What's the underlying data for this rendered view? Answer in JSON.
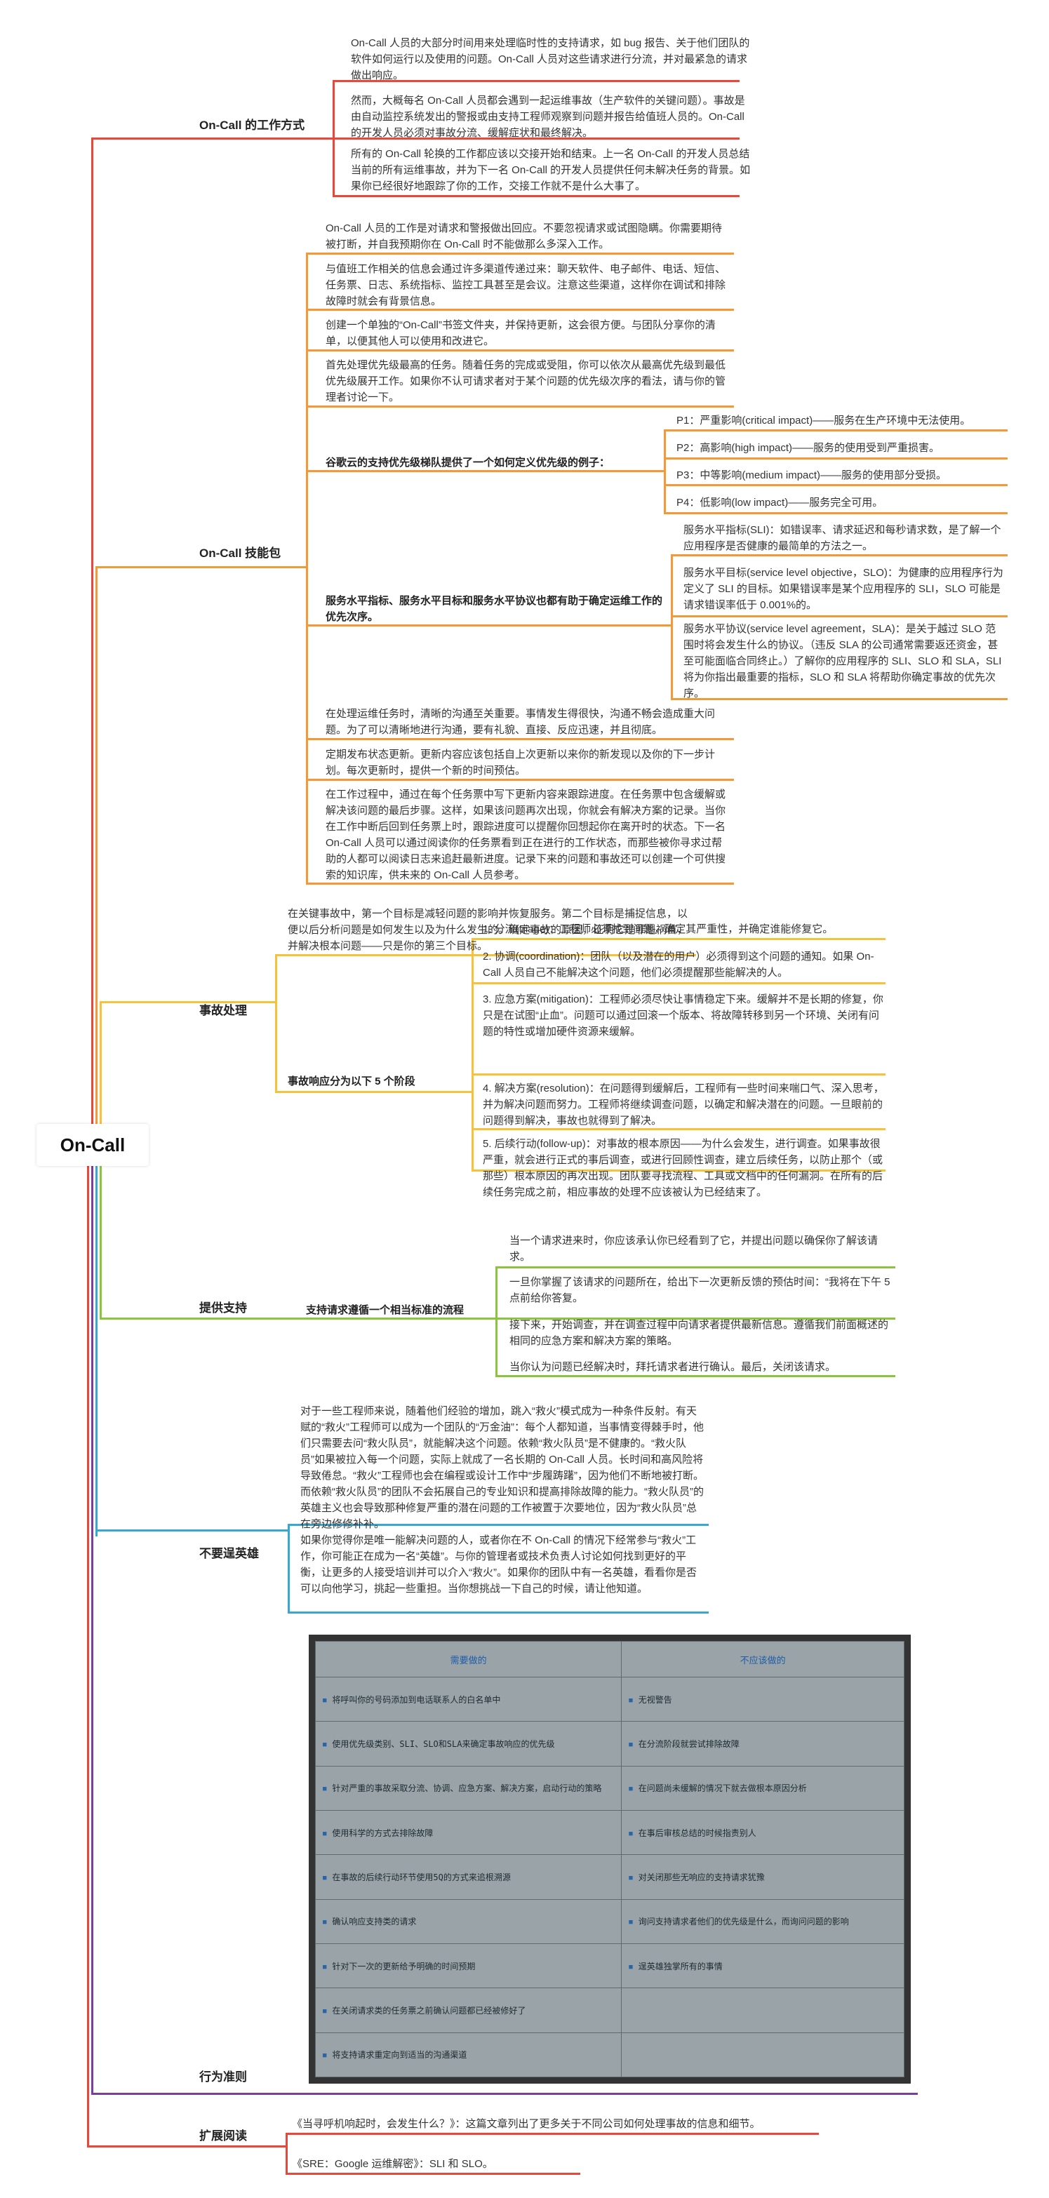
{
  "root": "On-Call",
  "colors": {
    "red": "#e8473c",
    "orange": "#f39a38",
    "yellow": "#f5c23a",
    "green": "#8cc43f",
    "blue": "#3aa7d0",
    "purple": "#7b3e9b"
  },
  "work": {
    "label": "On-Call 的工作方式",
    "items": [
      "On-Call 人员的大部分时间用来处理临时性的支持请求，如 bug 报告、关于他们团队的软件如何运行以及使用的问题。On-Call 人员对这些请求进行分流，并对最紧急的请求做出响应。",
      "然而，大概每名 On-Call 人员都会遇到一起运维事故（生产软件的关键问题）。事故是由自动监控系统发出的警报或由支持工程师观察到问题并报告给值班人员的。On-Call 的开发人员必须对事故分流、缓解症状和最终解决。",
      "所有的 On-Call 轮换的工作都应该以交接开始和结束。上一名 On-Call 的开发人员总结当前的所有运维事故，并为下一名 On-Call 的开发人员提供任何未解决任务的背景。如果你已经很好地跟踪了你的工作，交接工作就不是什么大事了。"
    ]
  },
  "skills": {
    "label": "On-Call 技能包",
    "items": [
      "On-Call 人员的工作是对请求和警报做出回应。不要忽视请求或试图隐瞒。你需要期待被打断，并自我预期你在 On-Call 时不能做那么多深入工作。",
      "与值班工作相关的信息会通过许多渠道传递过来：聊天软件、电子邮件、电话、短信、任务票、日志、系统指标、监控工具甚至是会议。注意这些渠道，这样你在调试和排除故障时就会有背景信息。",
      "创建一个单独的“On-Call”书签文件夹，并保持更新，这会很方便。与团队分享你的清单，以便其他人可以使用和改进它。",
      "首先处理优先级最高的任务。随着任务的完成或受阻，你可以依次从最高优先级到最低优先级展开工作。如果你不认可请求者对于某个问题的优先级次序的看法，请与你的管理者讨论一下。"
    ],
    "google_label": "谷歌云的支持优先级梯队提供了一个如何定义优先级的例子：",
    "google_items": [
      "P1：严重影响(critical impact)——服务在生产环境中无法使用。",
      "P2：高影响(high impact)——服务的使用受到严重损害。",
      "P3：中等影响(medium impact)——服务的使用部分受损。",
      "P4：低影响(low impact)——服务完全可用。"
    ],
    "sla_label": "服务水平指标、服务水平目标和服务水平协议也都有助于确定运维工作的优先次序。",
    "sla_items": [
      "服务水平指标(SLI)：如错误率、请求延迟和每秒请求数，是了解一个应用程序是否健康的最简单的方法之一。",
      "服务水平目标(service level objective，SLO)：为健康的应用程序行为定义了 SLI 的目标。如果错误率是某个应用程序的 SLI，SLO 可能是请求错误率低于 0.001%的。",
      "服务水平协议(service level agreement，SLA)：是关于越过 SLO 范围时将会发生什么的协议。（违反 SLA 的公司通常需要返还资金，甚至可能面临合同终止。）了解你的应用程序的 SLI、SLO 和 SLA，SLI 将为你指出最重要的指标，SLO 和 SLA 将帮助你确定事故的优先次序。"
    ],
    "tail_items": [
      "在处理运维任务时，清晰的沟通至关重要。事情发生得很快，沟通不畅会造成重大问题。为了可以清晰地进行沟通，要有礼貌、直接、反应迅速，并且彻底。",
      "定期发布状态更新。更新内容应该包括自上次更新以来你的新发现以及你的下一步计划。每次更新时，提供一个新的时间预估。",
      "在工作过程中，通过在每个任务票中写下更新内容来跟踪进度。在任务票中包含缓解或解决该问题的最后步骤。这样，如果该问题再次出现，你就会有解决方案的记录。当你在工作中断后回到任务票上时，跟踪进度可以提醒你回想起你在离开时的状态。下一名 On-Call 人员可以通过阅读你的任务票看到正在进行的工作状态，而那些被你寻求过帮助的人都可以阅读日志来追赶最新进度。记录下来的问题和事故还可以创建一个可供搜索的知识库，供未来的 On-Call 人员参考。"
    ]
  },
  "incident": {
    "label": "事故处理",
    "intro": "在关键事故中，第一个目标是减轻问题的影响并恢复服务。第二个目标是捕捉信息，以便以后分析问题是如何发生以及为什么发生的。确定事故的原因，证明它是罪魁祸首，并解决根本问题——只是你的第三个目标。",
    "stages_label": "事故响应分为以下 5 个阶段",
    "stages": [
      "1. 分流(triage)：工程师必须找到问题，确定其严重性，并确定谁能修复它。",
      "2. 协调(coordination)：团队（以及潜在的用户）必须得到这个问题的通知。如果 On-Call 人员自己不能解决这个问题，他们必须提醒那些能解决的人。",
      "3. 应急方案(mitigation)：工程师必须尽快让事情稳定下来。缓解并不是长期的修复，你只是在试图“止血”。问题可以通过回滚一个版本、将故障转移到另一个环境、关闭有问题的特性或增加硬件资源来缓解。",
      "4. 解决方案(resolution)：在问题得到缓解后，工程师有一些时间来喘口气、深入思考，并为解决问题而努力。工程师将继续调查问题，以确定和解决潜在的问题。一旦眼前的问题得到解决，事故也就得到了解决。",
      "5. 后续行动(follow-up)：对事故的根本原因——为什么会发生，进行调查。如果事故很严重，就会进行正式的事后调查，或进行回顾性调查，建立后续任务，以防止那个（或那些）根本原因的再次出现。团队要寻找流程、工具或文档中的任何漏洞。在所有的后续任务完成之前，相应事故的处理不应该被认为已经结束了。"
    ]
  },
  "support": {
    "label": "提供支持",
    "sub_label": "支持请求遵循一个相当标准的流程",
    "items": [
      "当一个请求进来时，你应该承认你已经看到了它，并提出问题以确保你了解该请求。",
      "一旦你掌握了该请求的问题所在，给出下一次更新反馈的预估时间：“我将在下午 5 点前给你答复。",
      "接下来，开始调查，并在调查过程中向请求者提供最新信息。遵循我们前面概述的相同的应急方案和解决方案的策略。",
      "当你认为问题已经解决时，拜托请求者进行确认。最后，关闭该请求。"
    ]
  },
  "hero": {
    "label": "不要逞英雄",
    "items": [
      "对于一些工程师来说，随着他们经验的增加，跳入“救火”模式成为一种条件反射。有天赋的“救火”工程师可以成为一个团队的“万金油”：每个人都知道，当事情变得棘手时，他们只需要去问“救火队员”，就能解决这个问题。依赖“救火队员”是不健康的。“救火队员”如果被拉入每一个问题，实际上就成了一名长期的 On-Call 人员。长时间和高风险将导致倦怠。“救火”工程师也会在编程或设计工作中“步履踌躇”，因为他们不断地被打断。而依赖“救火队员”的团队不会拓展自己的专业知识和提高排除故障的能力。“救火队员”的英雄主义也会导致那种修复严重的潜在问题的工作被置于次要地位，因为“救火队员”总在旁边修修补补。",
      "如果你觉得你是唯一能解决问题的人，或者你在不 On-Call 的情况下经常参与“救火”工作，你可能正在成为一名“英雄”。与你的管理者或技术负责人讨论如何找到更好的平衡，让更多的人接受培训并可以介入“救火”。如果你的团队中有一名英雄，看看你是否可以向他学习，挑起一些重担。当你想挑战一下自己的时候，请让他知道。"
    ]
  },
  "conduct": {
    "label": "行为准则",
    "col_do": "需要做的",
    "col_dont": "不应该做的",
    "rows": [
      [
        "将呼叫你的号码添加到电话联系人的白名单中",
        "无视警告"
      ],
      [
        "使用优先级类别、SLI、SLO和SLA来确定事故响应的优先级",
        "在分流阶段就尝试排除故障"
      ],
      [
        "针对严重的事故采取分流、协调、应急方案、解决方案，启动行动的策略",
        "在问题尚未缓解的情况下就去做根本原因分析"
      ],
      [
        "使用科学的方式去排除故障",
        "在事后审核总结的时候指责别人"
      ],
      [
        "在事故的后续行动环节使用5Q的方式来追根溯源",
        "对关闭那些无响应的支持请求犹豫"
      ],
      [
        "确认响应支持类的请求",
        "询问支持请求者他们的优先级是什么，而询问问题的影响"
      ],
      [
        "针对下一次的更新给予明确的时间预期",
        "逞英雄独掌所有的事情"
      ],
      [
        "在关闭请求类的任务票之前确认问题都已经被修好了",
        ""
      ],
      [
        "将支持请求重定向到适当的沟通渠道",
        ""
      ]
    ]
  },
  "reading": {
    "label": "扩展阅读",
    "items": [
      "《当寻呼机响起时，会发生什么？》：这篇文章列出了更多关于不同公司如何处理事故的信息和细节。",
      "《SRE：Google 运维解密》：SLI 和 SLO。"
    ]
  }
}
